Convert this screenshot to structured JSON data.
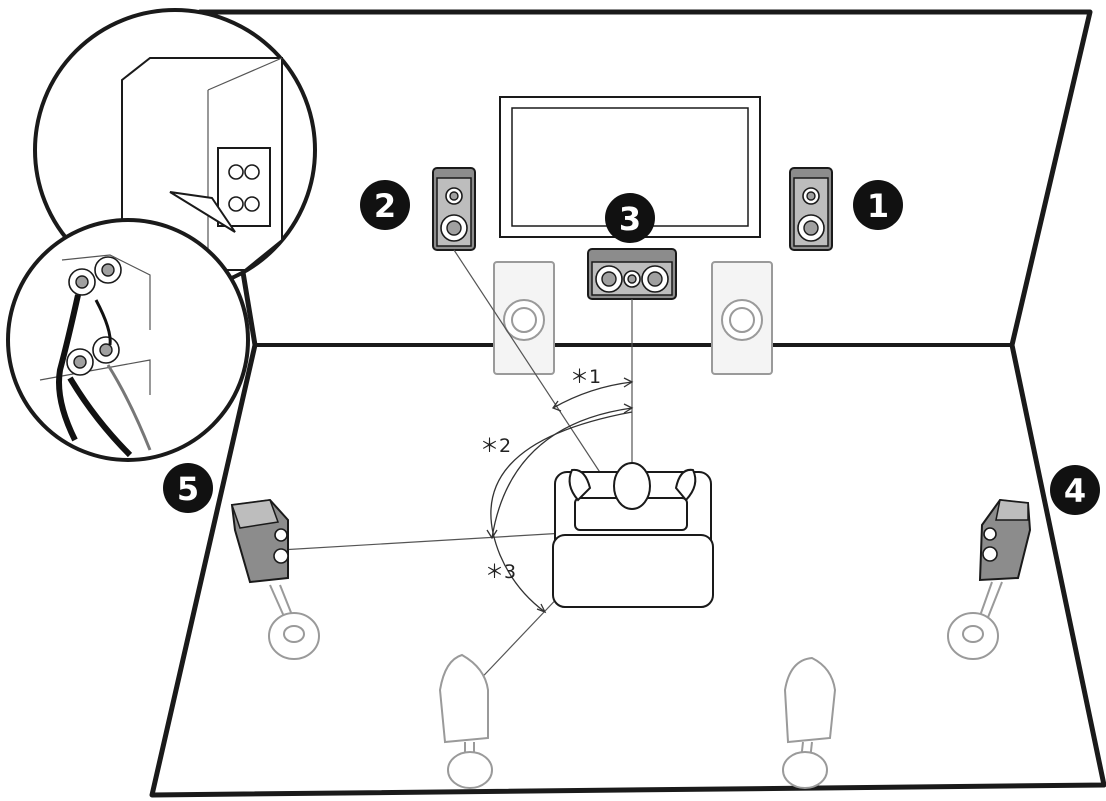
{
  "badges": [
    {
      "id": "front-right",
      "label": "1"
    },
    {
      "id": "front-left",
      "label": "2"
    },
    {
      "id": "center",
      "label": "3"
    },
    {
      "id": "surround-right",
      "label": "4"
    },
    {
      "id": "surround-left",
      "label": "5"
    }
  ],
  "angle_notes": [
    {
      "id": "note-1",
      "label": "＊1"
    },
    {
      "id": "note-2",
      "label": "＊2"
    },
    {
      "id": "note-3",
      "label": "＊3"
    }
  ],
  "colors": {
    "outline": "#1a1a1a",
    "speaker_fill": "#8c8c8c",
    "ghost_outline": "#9a9a9a",
    "badge_fill": "#111111"
  }
}
